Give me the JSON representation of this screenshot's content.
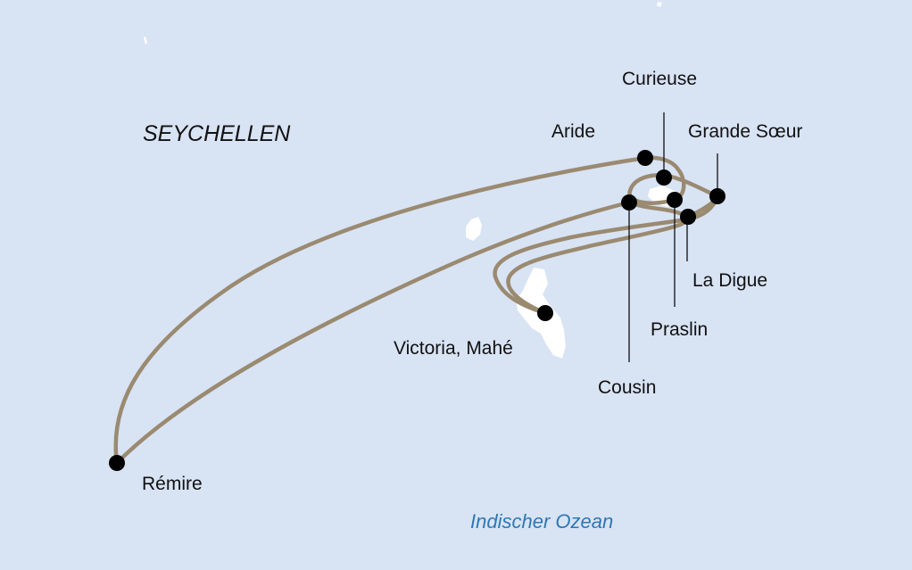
{
  "map": {
    "colors": {
      "water": "#d8e3f4",
      "land": "#ffffff",
      "route": "#9a8a70",
      "port_marker": "#000000",
      "sea_label": "#2e78b3"
    },
    "region_label": "SEYCHELLEN",
    "sea_label": "Indischer Ozean",
    "ports": [
      {
        "id": "curieuse",
        "name": "Curieuse"
      },
      {
        "id": "aride",
        "name": "Aride"
      },
      {
        "id": "grande-soeur",
        "name": "Grande Sœur"
      },
      {
        "id": "la-digue",
        "name": "La Digue"
      },
      {
        "id": "praslin",
        "name": "Praslin"
      },
      {
        "id": "victoria",
        "name": "Victoria, Mahé"
      },
      {
        "id": "cousin",
        "name": "Cousin"
      },
      {
        "id": "remire",
        "name": "Rémire"
      }
    ]
  }
}
